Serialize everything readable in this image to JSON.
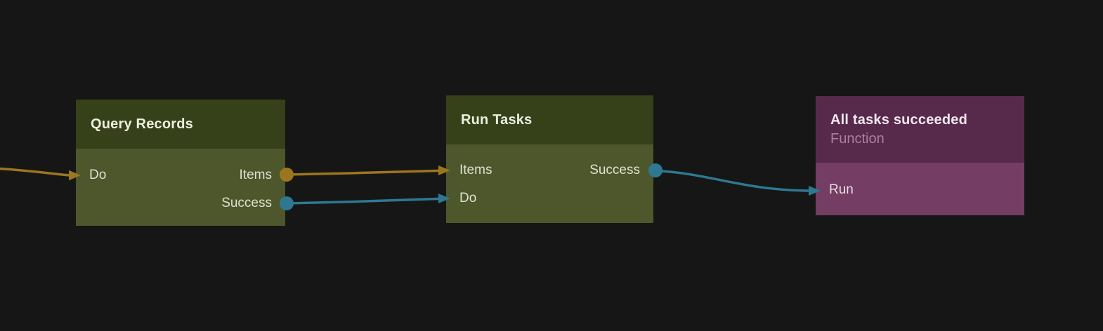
{
  "canvas": {
    "type": "workflow-node-editor",
    "background_color": "#161616"
  },
  "colors": {
    "node_green_header": "#364019",
    "node_green_body": "#4d572b",
    "node_purple_header": "#572a4c",
    "node_purple_body": "#743d63",
    "wire_orange": "#9c761f",
    "wire_blue": "#2e7892",
    "title_text": "#eceede",
    "subtitle_text": "#ab7f9c",
    "port_text": "#dde1d0"
  },
  "nodes": [
    {
      "title": "Query Records",
      "rows": [
        {
          "input": "Do",
          "output": "Items"
        },
        {
          "input": "",
          "output": "Success"
        }
      ]
    },
    {
      "title": "Run Tasks",
      "rows": [
        {
          "input": "Items",
          "output": "Success"
        },
        {
          "input": "Do",
          "output": ""
        }
      ]
    },
    {
      "title": "All tasks succeeded",
      "subtitle": "Function",
      "rows": [
        {
          "input": "Run",
          "output": ""
        }
      ]
    }
  ],
  "edges": [
    {
      "from": "offscreen-left",
      "to": "Query Records.Do",
      "color": "#9c761f"
    },
    {
      "from": "Query Records.Items",
      "to": "Run Tasks.Items",
      "color": "#9c761f"
    },
    {
      "from": "Query Records.Success",
      "to": "Run Tasks.Do",
      "color": "#2e7892"
    },
    {
      "from": "Run Tasks.Success",
      "to": "All tasks succeeded.Run",
      "color": "#2e7892"
    }
  ]
}
